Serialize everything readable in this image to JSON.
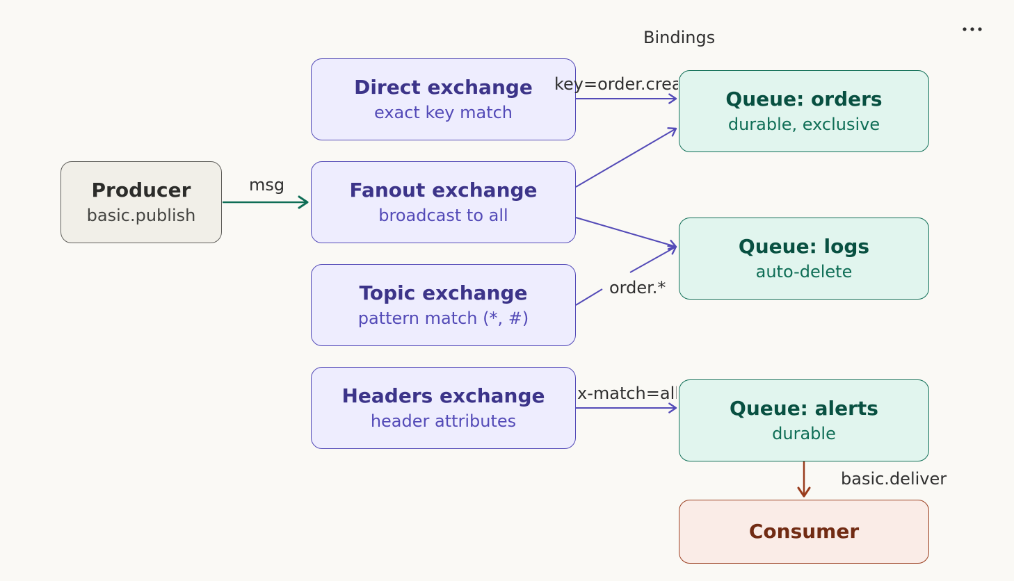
{
  "section_label": "Bindings",
  "menu_icon": "more-horizontal-icon",
  "producer": {
    "title": "Producer",
    "sub": "basic.publish"
  },
  "exchanges": {
    "direct": {
      "title": "Direct exchange",
      "sub": "exact key match"
    },
    "fanout": {
      "title": "Fanout exchange",
      "sub": "broadcast to all"
    },
    "topic": {
      "title": "Topic exchange",
      "sub": "pattern match (*, #)"
    },
    "headers": {
      "title": "Headers exchange",
      "sub": "header attributes"
    }
  },
  "queues": {
    "orders": {
      "title": "Queue: orders",
      "sub": "durable, exclusive"
    },
    "logs": {
      "title": "Queue: logs",
      "sub": "auto-delete"
    },
    "alerts": {
      "title": "Queue: alerts",
      "sub": "durable"
    }
  },
  "consumer": {
    "title": "Consumer"
  },
  "edge_labels": {
    "msg": "msg",
    "direct_binding": "key=order.crea",
    "topic_binding": "order.*",
    "headers_binding": "x-match=all",
    "deliver": "basic.deliver"
  },
  "colors": {
    "producer_stroke": "#5f5e5a",
    "exchange_stroke": "#534ab7",
    "queue_stroke": "#0f6e56",
    "consumer_stroke": "#993c1d",
    "msg_arrow": "#0f6e56",
    "deliver_arrow": "#993c1d"
  }
}
